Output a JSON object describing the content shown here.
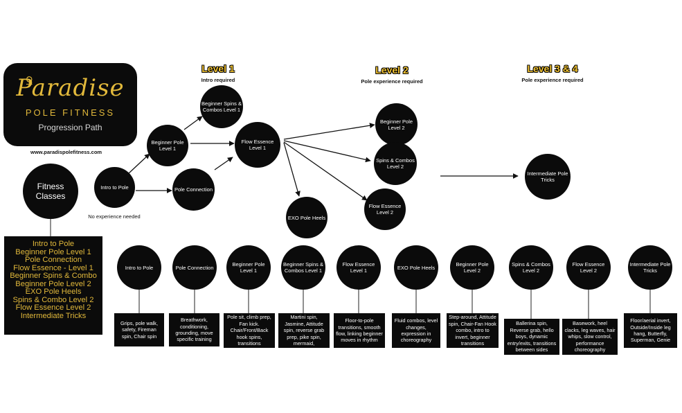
{
  "logo": {
    "title": "Paradise",
    "subtitle": "POLE FITNESS",
    "path": "Progression Path"
  },
  "website": "www.paradispolefitness.com",
  "fitness_classes": {
    "title": "Fitness Classes",
    "list": [
      "Intro to Pole",
      "Beginner Pole Level 1",
      "Pole Connection",
      "Flow Essence - Level 1",
      "Beginner Spins & Combo",
      "Beginner Pole Level 2",
      "EXO Pole Heels",
      "Spins & Combo Level 2",
      "Flow Essence Level 2",
      "Intermediate Tricks"
    ]
  },
  "levels": [
    {
      "title": "Level 1",
      "sub": "Intro required"
    },
    {
      "title": "Level 2",
      "sub": "Pole experience required"
    },
    {
      "title": "Level 3 & 4",
      "sub": "Pole experience required"
    }
  ],
  "no_experience": "No experience needed",
  "flow_nodes": {
    "intro": "Intro to Pole",
    "bp1": "Beginner Pole Level 1",
    "conn": "Pole Connection",
    "bspins": "Beginner Spins & Combos Level 1",
    "flow1": "Flow Essence Level 1",
    "bp2": "Beginner Pole Level 2",
    "spins2": "Spins & Combos Level 2",
    "flow2": "Flow Essence Level 2",
    "exo": "EXO Pole Heels",
    "inter": "Intermediate Pole Tricks"
  },
  "bottom_classes": [
    {
      "name": "Intro to Pole",
      "desc": "Grips, pole walk, safety, Fireman spin, Chair spin"
    },
    {
      "name": "Pole Connection",
      "desc": "Breathwork, conditioning, grounding, move specific training"
    },
    {
      "name": "Beginner Pole Level 1",
      "desc": "Pole sit, climb prep, Fan kick. Chair/Front/Back hook spins, transitions"
    },
    {
      "name": "Beginner Spins & Combos Level 1",
      "desc": "Martini spin, Jasmine, Attitude spin, reverse grab prep, pike spin, mermaid,"
    },
    {
      "name": "Flow Essence Level 1",
      "desc": "Floor-to-pole transitions, smooth flow, linking beginner moves in rhythm"
    },
    {
      "name": "EXO Pole Heels",
      "desc": "Fluid combos, level changes, expression in choreography"
    },
    {
      "name": "Beginner Pole Level 2",
      "desc": "Step-around, Attitude spin, Chair-Fan Hook combo, intro to invert, beginner transitions"
    },
    {
      "name": "Spins & Combos Level 2",
      "desc": "Ballerina spin, Reverse grab, hello boys, dynamic entry/exits, transitions between sides"
    },
    {
      "name": "Flow Essence Level 2",
      "desc": "Basework, heel clacks, leg waves, hair whips, slow control, performance choreography"
    },
    {
      "name": "Intermediate Pole Tricks",
      "desc": "Floor/aerial invert, Outside/Inside leg hang, Butterfly, Superman, Genie"
    }
  ]
}
